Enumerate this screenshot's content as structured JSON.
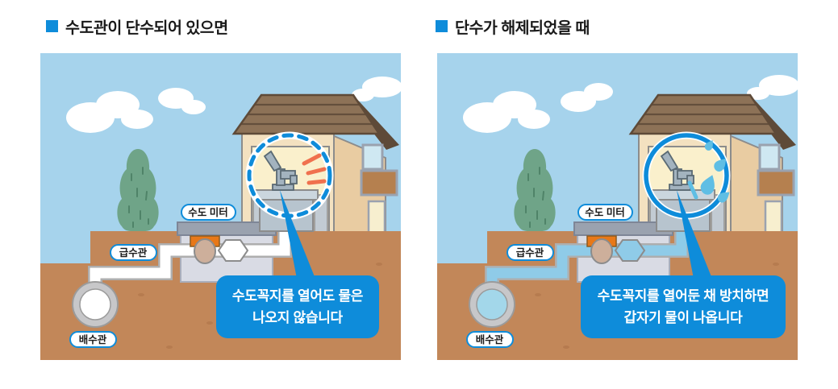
{
  "colors": {
    "accent": "#0E8CDA",
    "sky": "#A6D3EC",
    "ground": "#C28759",
    "cloud": "#FFFFFF",
    "tree": "#6FA488",
    "tree_dark": "#4F8368",
    "wall": "#F3E1C0",
    "wall_side": "#E9CCA2",
    "interior": "#FAF0CC",
    "roof": "#8D7257",
    "roof_dark": "#5E4A38",
    "outline": "#8C8C8C",
    "window": "#CFE8F2",
    "balcony": "#B5804F",
    "door": "#F7EFCF",
    "frame": "#9AA2AF",
    "box_body": "#D9DBE4",
    "box_lid": "#9AA2AF",
    "meter_orange": "#E87818",
    "valve": "#CDAF9B",
    "pipe_outline": "#AEAEAE",
    "sink": "#B7C4CE",
    "sink_top": "#CBD6DE",
    "faucet": "#A3B3BF",
    "faucet_dark": "#5A6A74",
    "water_drop": "#5FBEE4",
    "alert": "#F0714E",
    "text_dark": "#1A1A1A"
  },
  "panels": [
    {
      "title": "수도관이 단수되어 있으면",
      "state": "water-shut-off",
      "labels": {
        "meter": "수도 미터",
        "supply": "급수관",
        "drain": "배수관"
      },
      "bubble": {
        "line1": "수도꼭지를 열어도 물은",
        "line2": "나오지 않습니다"
      },
      "pipe_color": "#FFFFFF",
      "drain_water": "#FFFFFF",
      "highlight": "dashed"
    },
    {
      "title": "단수가 해제되었을 때",
      "state": "water-restored",
      "labels": {
        "meter": "수도 미터",
        "supply": "급수관",
        "drain": "배수관"
      },
      "bubble": {
        "line1": "수도꼭지를 열어둔 채 방치하면",
        "line2": "갑자기 물이 나옵니다"
      },
      "pipe_color": "#8FCBE8",
      "drain_water": "#A3D7EA",
      "highlight": "solid"
    }
  ]
}
